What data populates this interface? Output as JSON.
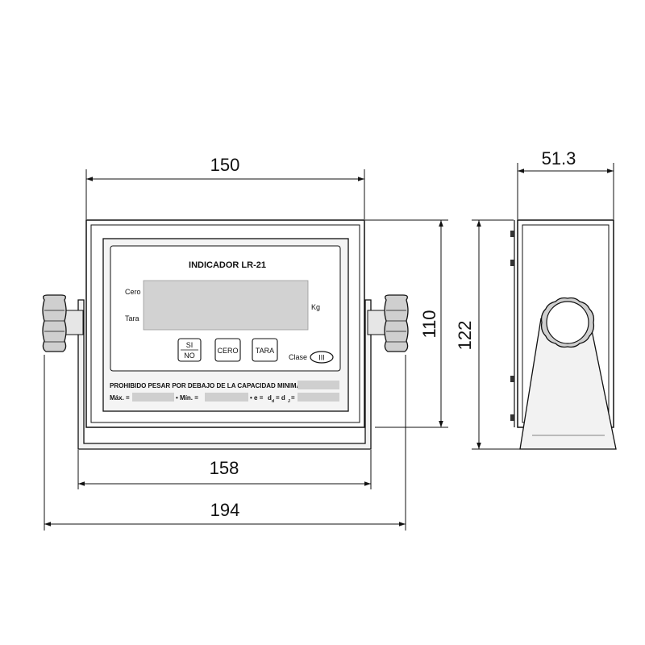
{
  "dimensions": {
    "front_width_inner": "150",
    "front_width_base": "158",
    "front_width_total": "194",
    "front_height": "110",
    "side_depth": "51.3",
    "side_height": "122"
  },
  "panel": {
    "title": "INDICADOR  LR-21",
    "label_zero": "Cero",
    "label_tare": "Tara",
    "unit": "Kg",
    "btn_si": "SI",
    "btn_no": "NO",
    "btn_cero": "CERO",
    "btn_tara": "TARA",
    "clase_label": "Clase",
    "clase_value": "III",
    "warning": "PROHIBIDO PESAR POR DEBAJO DE LA CAPACIDAD MINIMA (Min.)  =",
    "max_label": "Máx. =",
    "min_label": "•  Mín. =",
    "e_label": "•  e =",
    "d_label1": "d",
    "d_sub1": "d",
    "d_eq": "= d",
    "d_sub2": "J",
    "d_end": "="
  }
}
